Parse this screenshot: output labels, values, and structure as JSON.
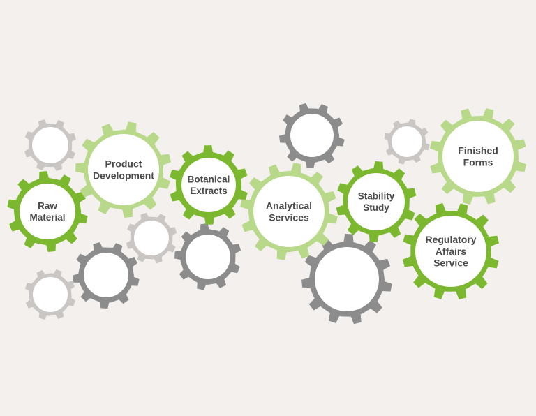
{
  "colors": {
    "background": "#f3f0ed",
    "dark_green": "#7cb82f",
    "light_green": "#b8d88a",
    "dark_gray": "#8c8c8c",
    "light_gray": "#c9c6c3",
    "hub": "#ffffff",
    "label": "#4a4a4a"
  },
  "gears": [
    {
      "id": "raw-material",
      "lines": [
        "Raw",
        "Material"
      ],
      "style": "dark_green",
      "labeled": true
    },
    {
      "id": "product-development",
      "lines": [
        "Product",
        "Development"
      ],
      "style": "light_green",
      "labeled": true
    },
    {
      "id": "botanical-extracts",
      "lines": [
        "Botanical",
        "Extracts"
      ],
      "style": "dark_green",
      "labeled": true
    },
    {
      "id": "analytical-services",
      "lines": [
        "Analytical",
        "Services"
      ],
      "style": "light_green",
      "labeled": true
    },
    {
      "id": "stability-study",
      "lines": [
        "Stability",
        "Study"
      ],
      "style": "dark_green",
      "labeled": true
    },
    {
      "id": "finished-forms",
      "lines": [
        "Finished",
        "Forms"
      ],
      "style": "light_green",
      "labeled": true
    },
    {
      "id": "regulatory-affairs-service",
      "lines": [
        "Regulatory",
        "Affairs",
        "Service"
      ],
      "style": "dark_green",
      "labeled": true
    },
    {
      "id": "deco-gear-1",
      "lines": [],
      "style": "light_gray",
      "labeled": false
    },
    {
      "id": "deco-gear-2",
      "lines": [],
      "style": "light_gray",
      "labeled": false
    },
    {
      "id": "deco-gear-3",
      "lines": [],
      "style": "light_gray",
      "labeled": false
    },
    {
      "id": "deco-gear-4",
      "lines": [],
      "style": "light_gray",
      "labeled": false
    },
    {
      "id": "deco-gear-5",
      "lines": [],
      "style": "dark_gray",
      "labeled": false
    },
    {
      "id": "deco-gear-6",
      "lines": [],
      "style": "dark_gray",
      "labeled": false
    },
    {
      "id": "deco-gear-7",
      "lines": [],
      "style": "dark_gray",
      "labeled": false
    },
    {
      "id": "deco-gear-8",
      "lines": [],
      "style": "dark_gray",
      "labeled": false
    }
  ]
}
